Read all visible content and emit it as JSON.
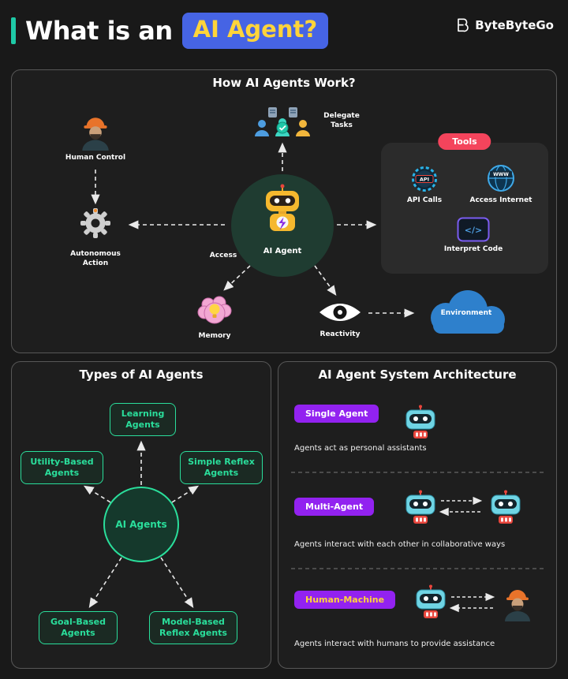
{
  "header": {
    "title_prefix": "What is an",
    "title_highlight": "AI Agent?",
    "brand": "ByteByteGo"
  },
  "how": {
    "title": "How AI Agents Work?",
    "human_control": "Human Control",
    "autonomous_action": "Autonomous Action",
    "delegate_tasks": "Delegate Tasks",
    "agent_label": "AI Agent",
    "access_label": "Access",
    "memory": "Memory",
    "reactivity": "Reactivity",
    "environment": "Environment",
    "tools": {
      "badge": "Tools",
      "api_calls": "API Calls",
      "api_icon_text": "API",
      "access_internet": "Access Internet",
      "www_text": "WWW",
      "interpret_code": "Interpret Code",
      "code_glyph": "</>"
    }
  },
  "types": {
    "title": "Types of AI Agents",
    "center": "AI Agents",
    "boxes": {
      "learning": "Learning Agents",
      "utility": "Utility-Based Agents",
      "simple": "Simple Reflex Agents",
      "goal": "Goal-Based Agents",
      "model": "Model-Based Reflex Agents"
    }
  },
  "architecture": {
    "title": "AI Agent System Architecture",
    "rows": [
      {
        "badge": "Single Agent",
        "caption": "Agents act as personal assistants"
      },
      {
        "badge": "Multi-Agent",
        "caption": "Agents interact with each other in collaborative ways"
      },
      {
        "badge": "Human-Machine",
        "caption": "Agents interact with humans to provide assistance"
      }
    ]
  },
  "icons": {
    "human-control": "worker-person",
    "autonomous-action": "gear",
    "delegate-tasks": "people-group-with-check",
    "ai-agent": "robot",
    "memory": "brain-with-bulb",
    "reactivity": "eye",
    "environment": "cloud",
    "api-calls": "api-gear-badge",
    "access-internet": "globe",
    "interpret-code": "code-brackets",
    "brand": "bytebytego-mark"
  },
  "colors": {
    "background": "#191919",
    "panel_border": "#575757",
    "accent_teal": "#1ec9a6",
    "highlight_blue": "#4664e4",
    "highlight_yellow": "#ffd43a",
    "green": "#2ade9b",
    "purple": "#9222f0",
    "tools_red": "#f4445c",
    "cloud_blue": "#2e80cc",
    "robot_yellow": "#f5b82e"
  }
}
